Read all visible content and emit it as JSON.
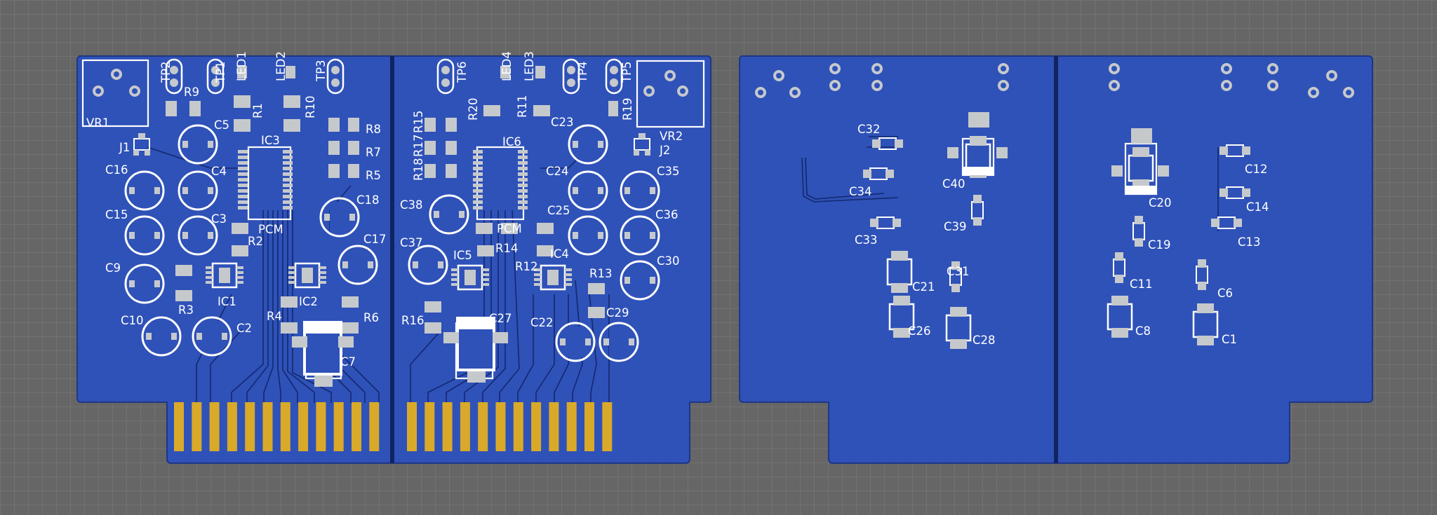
{
  "colors": {
    "background": "#666666",
    "grid": "#7d7d7d",
    "board": "#2f52b8",
    "board_edge": "#1e3686",
    "cut_line": "#102460",
    "silkscreen": "#ffffff",
    "pad": "#c6c9cc",
    "gold_finger": "#d9a92a"
  },
  "top_view": {
    "labels": [
      "VR1",
      "TP2",
      "TP1",
      "LED1",
      "LED2",
      "TP3",
      "R9",
      "R1",
      "R10",
      "C5",
      "IC3",
      "R8",
      "R7",
      "R5",
      "J1",
      "C16",
      "C4",
      "C15",
      "C3",
      "PCM",
      "C18",
      "R2",
      "C17",
      "C9",
      "IC1",
      "IC2",
      "R3",
      "R4",
      "R6",
      "C10",
      "C2",
      "C7",
      "TP6",
      "LED4",
      "LED3",
      "TP4",
      "TP5",
      "VR2",
      "R15",
      "R20",
      "R11",
      "R19",
      "R17",
      "C23",
      "IC6",
      "J2",
      "R18",
      "C24",
      "C35",
      "C38",
      "C25",
      "C36",
      "PCM",
      "C37",
      "IC5",
      "R14",
      "IC4",
      "C30",
      "R12",
      "R13",
      "R16",
      "C27",
      "C29",
      "C22"
    ]
  },
  "bottom_view": {
    "labels": [
      "C32",
      "C34",
      "C40",
      "C39",
      "C33",
      "C21",
      "C31",
      "C26",
      "C28",
      "C20",
      "C12",
      "C14",
      "C19",
      "C13",
      "C11",
      "C6",
      "C8",
      "C1"
    ]
  }
}
